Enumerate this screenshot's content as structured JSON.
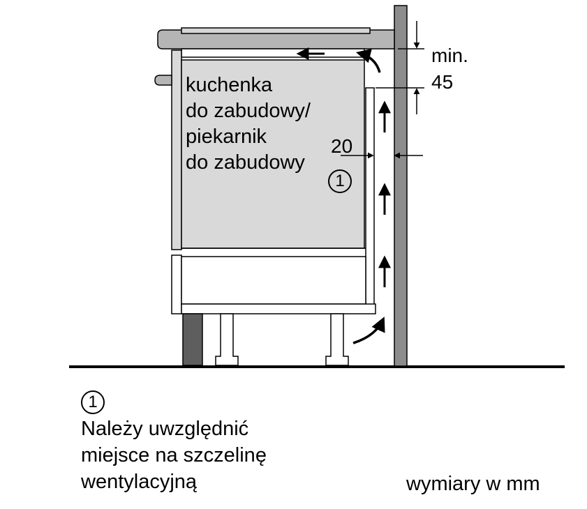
{
  "appliance_label": {
    "line1": "kuchenka",
    "line2": "do zabudowy/",
    "line3": "piekarnik",
    "line4": "do zabudowy"
  },
  "callout_marker": "1",
  "dimensions": {
    "gap_value": "20",
    "top_min_label": "min.",
    "top_min_value": "45"
  },
  "note": {
    "marker": "1",
    "line1": "Należy uwzględnić",
    "line2": "miejsce na szczelinę",
    "line3": "wentylacyjną"
  },
  "units_note": "wymiary w mm",
  "colors": {
    "appliance_fill": "#d9d9d9",
    "wall_fill": "#8c8c8c",
    "plinth_fill": "#5e5e5e",
    "worktop_fill": "#b5b5b5"
  },
  "icons": [
    "airflow-arrow-up",
    "airflow-arrow-left",
    "airflow-curve-arrow",
    "dimension-arrow"
  ]
}
